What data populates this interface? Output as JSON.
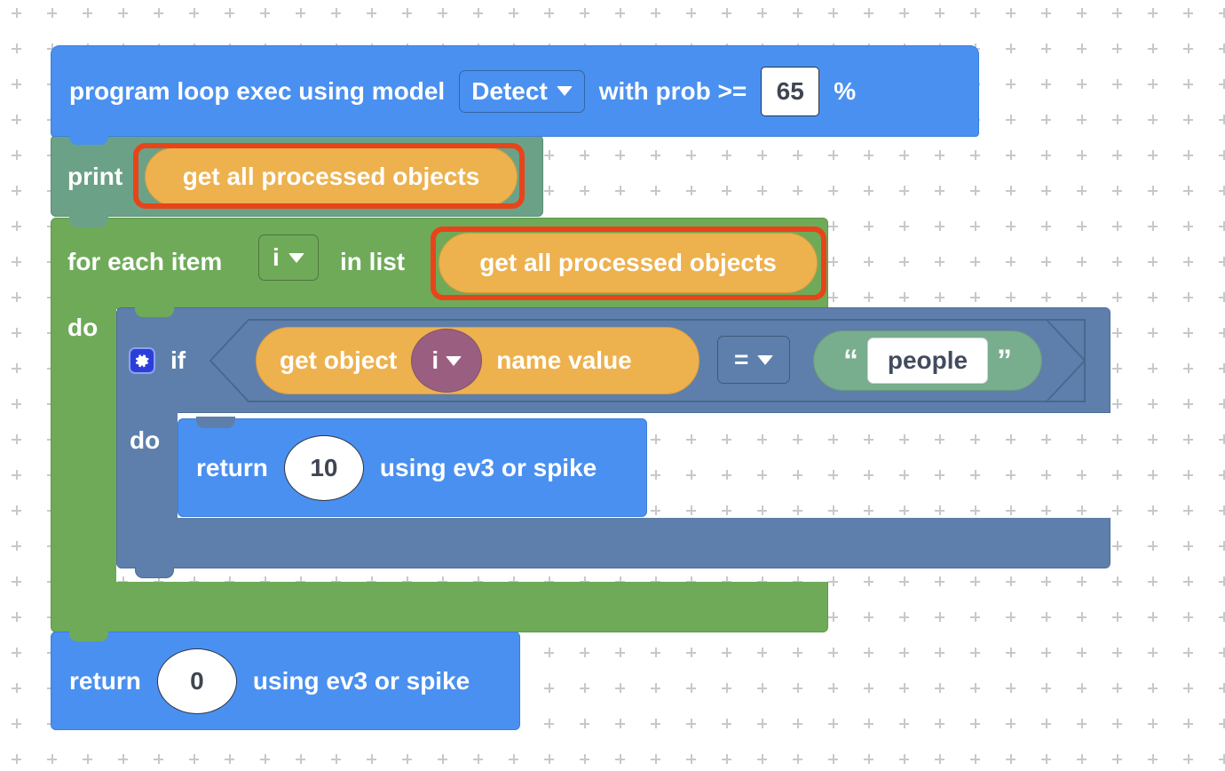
{
  "workspace": {
    "background_color": "#ffffff",
    "grid_dot_color": "#c6c8cd",
    "grid_spacing": 40
  },
  "palette": {
    "blue": "#4a90f0",
    "sage_green": "#6ba287",
    "grass_green": "#6faa59",
    "slate_blue": "#5e7fab",
    "orange": "#edb14e",
    "string_green": "#78ad8e",
    "purple": "#9a5f80",
    "highlight_red": "#e8441a",
    "gear_blue": "#2b3fd8"
  },
  "blocks": {
    "program_header": {
      "text_before": "program loop exec using model",
      "model_dropdown": {
        "value": "Detect",
        "icon": "chevron-down-icon"
      },
      "text_middle": "with prob >=",
      "probability": "65",
      "text_after": "%"
    },
    "print_statement": {
      "label": "print",
      "reporter": "get all processed objects",
      "highlighted": true
    },
    "for_each": {
      "label_before": "for each item",
      "variable_dropdown": {
        "value": "i",
        "icon": "chevron-down-icon"
      },
      "label_middle": "in list",
      "list_reporter": "get all processed objects",
      "do_label": "do",
      "highlighted": true
    },
    "if_block": {
      "mutator_icon": "gear-icon",
      "label": "if",
      "do_label": "do",
      "condition": {
        "left_reporter": {
          "text_before": "get object",
          "variable_dropdown": {
            "value": "i",
            "icon": "chevron-down-icon"
          },
          "text_after": "name value"
        },
        "operator_dropdown": {
          "value": "=",
          "icon": "chevron-down-icon"
        },
        "right_string": {
          "open_quote": "“",
          "value": "people",
          "close_quote": "”"
        }
      }
    },
    "return_inner": {
      "label": "return",
      "value": "10",
      "suffix": "using ev3 or spike"
    },
    "return_outer": {
      "label": "return",
      "value": "0",
      "suffix": "using ev3 or spike"
    }
  }
}
